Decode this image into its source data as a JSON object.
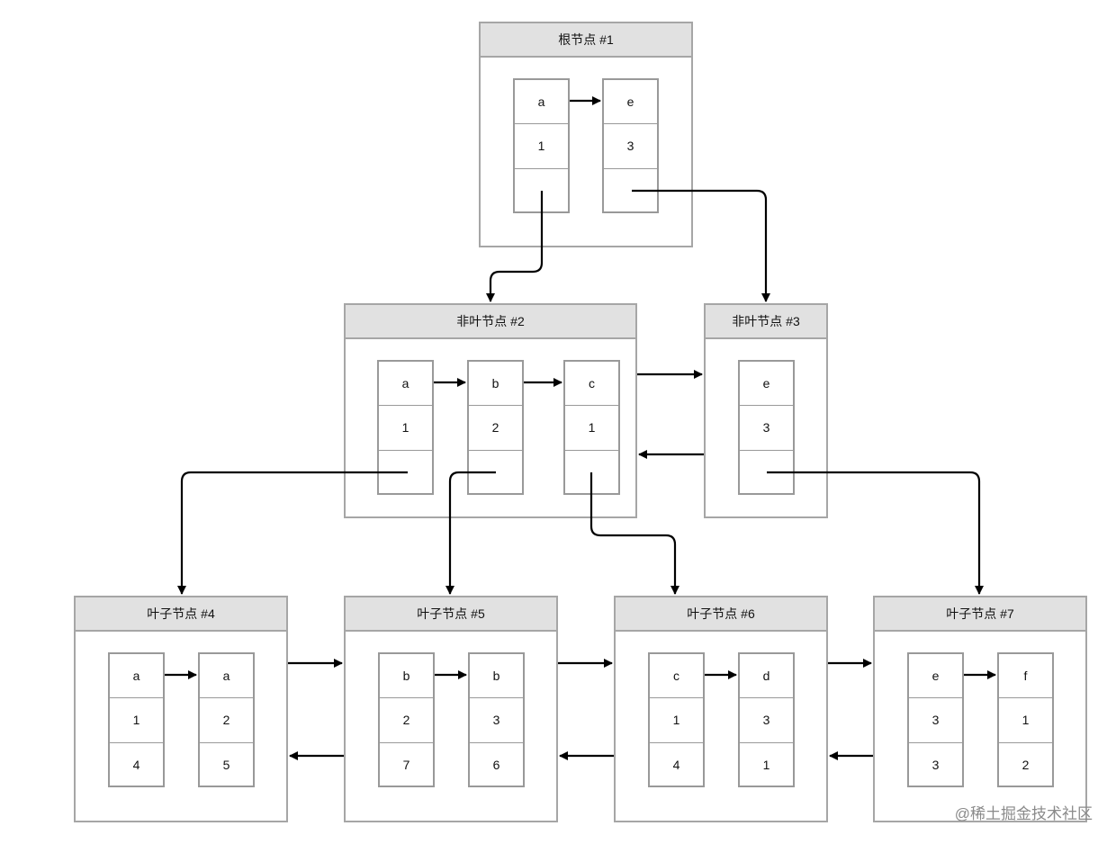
{
  "nodes": [
    {
      "id": "n1",
      "title": "根节点 #1",
      "records": [
        {
          "key": "a",
          "value": "1"
        },
        {
          "key": "e",
          "value": "3"
        }
      ]
    },
    {
      "id": "n2",
      "title": "非叶节点 #2",
      "records": [
        {
          "key": "a",
          "value": "1"
        },
        {
          "key": "b",
          "value": "2"
        },
        {
          "key": "c",
          "value": "1"
        }
      ]
    },
    {
      "id": "n3",
      "title": "非叶节点 #3",
      "records": [
        {
          "key": "e",
          "value": "3"
        }
      ]
    },
    {
      "id": "n4",
      "title": "叶子节点 #4",
      "records": [
        {
          "key": "a",
          "value": "1",
          "extra": "4"
        },
        {
          "key": "a",
          "value": "2",
          "extra": "5"
        }
      ]
    },
    {
      "id": "n5",
      "title": "叶子节点 #5",
      "records": [
        {
          "key": "b",
          "value": "2",
          "extra": "7"
        },
        {
          "key": "b",
          "value": "3",
          "extra": "6"
        }
      ]
    },
    {
      "id": "n6",
      "title": "叶子节点 #6",
      "records": [
        {
          "key": "c",
          "value": "1",
          "extra": "4"
        },
        {
          "key": "d",
          "value": "3",
          "extra": "1"
        }
      ]
    },
    {
      "id": "n7",
      "title": "叶子节点 #7",
      "records": [
        {
          "key": "e",
          "value": "3",
          "extra": "3"
        },
        {
          "key": "f",
          "value": "1",
          "extra": "2"
        }
      ]
    }
  ],
  "watermark": "@稀土掘金技术社区",
  "colors": {
    "border": "#a6a6a6",
    "header_bg": "#e1e1e1",
    "arrow": "#000000"
  }
}
